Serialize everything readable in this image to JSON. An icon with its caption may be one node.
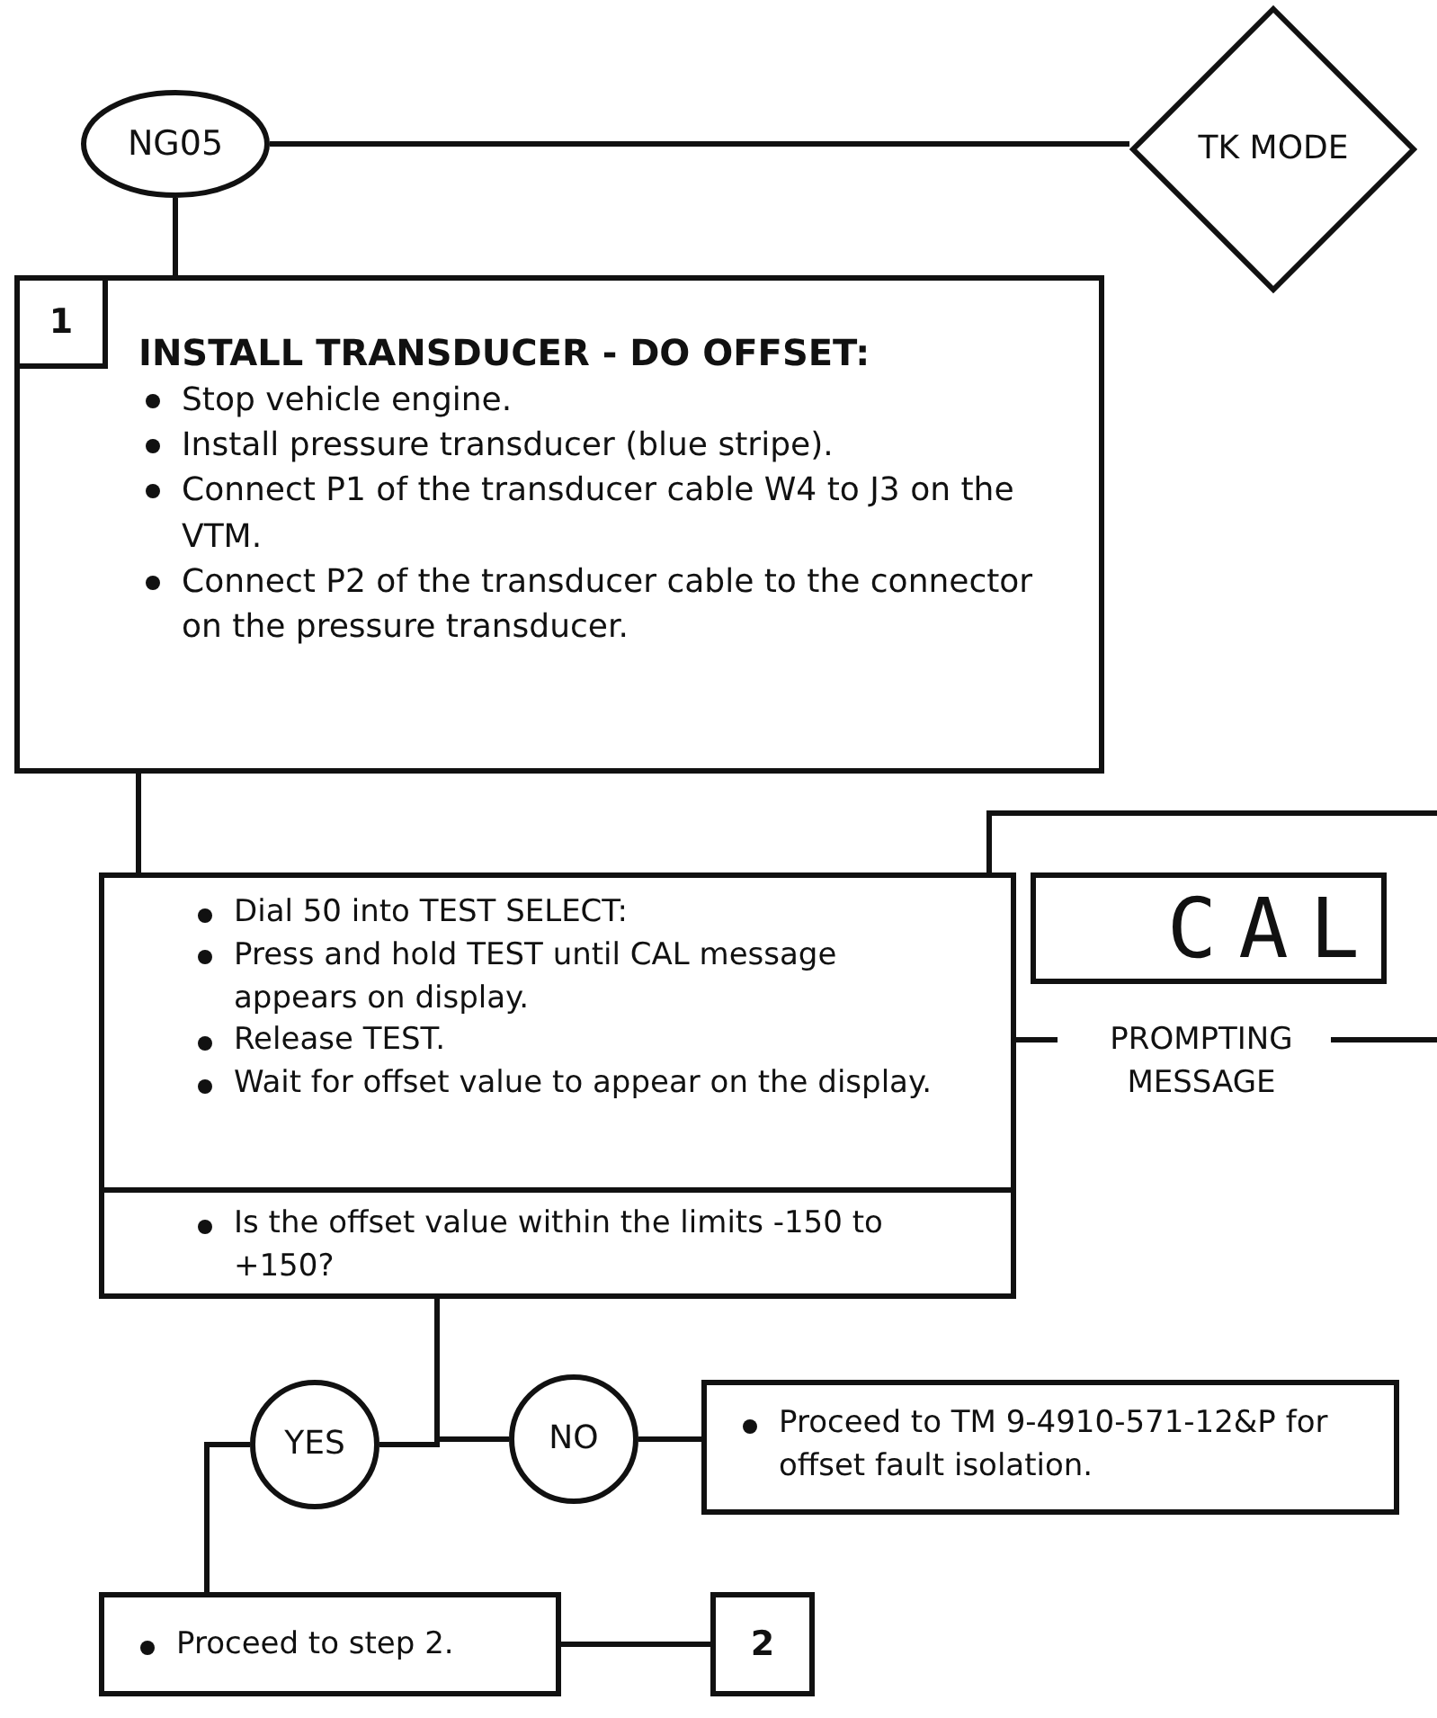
{
  "diagram": {
    "nodes": [
      {
        "text": [
          "NG05"
        ]
      },
      {
        "text": [
          "TK MODE"
        ]
      },
      {
        "text": [
          "INSTALL TRANSDUCER - DO OFFSET:",
          "Stop vehicle engine.",
          "Install pressure transducer (blue stripe).",
          "Connect P1 of the transducer cable W4 to J3 on the VTM.",
          "Connect P2 of the transducer cable to the connector on the pressure transducer."
        ]
      },
      {
        "text": [
          "1"
        ],
        "in": 2
      },
      {
        "text": [
          "Dial 50 into TEST SELECT:",
          "Press and hold TEST until CAL message appears on display.",
          "Release TEST.",
          "Wait for offset value to appear on the display."
        ]
      },
      {
        "text": [
          "Is the offset value within the limits -150 to +150?"
        ]
      },
      {
        "text": [
          "CAL"
        ],
        "beside": [
          "PROMPTING MESSAGE"
        ]
      },
      {
        "text": [
          "YES"
        ]
      },
      {
        "text": [
          "NO"
        ]
      },
      {
        "text": [
          "Proceed to TM 9-4910-571-12&P for offset fault isolation."
        ]
      },
      {
        "text": [
          "Proceed to step 2."
        ]
      },
      {
        "text": [
          "2"
        ]
      }
    ],
    "edges": [
      {
        "from": 0,
        "to": 1,
        "arrow": "none"
      },
      {
        "from": 0,
        "to": 2,
        "arrow": "none"
      },
      {
        "from": 2,
        "to": 4,
        "arrow": "none"
      },
      {
        "from": 5,
        "to": 7,
        "arrow": "none"
      },
      {
        "from": 5,
        "to": 8,
        "arrow": "none"
      },
      {
        "from": 8,
        "to": 9,
        "arrow": "none"
      },
      {
        "from": 7,
        "to": 10,
        "arrow": "none"
      },
      {
        "from": 10,
        "to": 11,
        "arrow": "none"
      }
    ]
  }
}
